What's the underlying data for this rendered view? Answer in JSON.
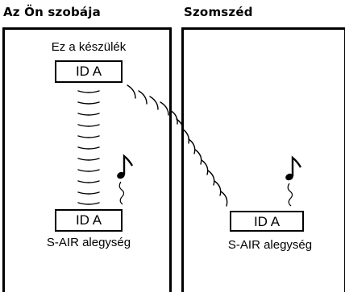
{
  "rooms": {
    "left_heading": "Az Ön szobája",
    "right_heading": "Szomszéd"
  },
  "labels": {
    "this_device": "Ez a készülék",
    "unit_left": "S-AIR alegység",
    "unit_right": "S-AIR alegység"
  },
  "boxes": {
    "top": "ID A",
    "bottom_left": "ID A",
    "bottom_right": "ID A"
  },
  "icons": {
    "signal": "radio-wave-icon",
    "music": "music-note-icon"
  }
}
